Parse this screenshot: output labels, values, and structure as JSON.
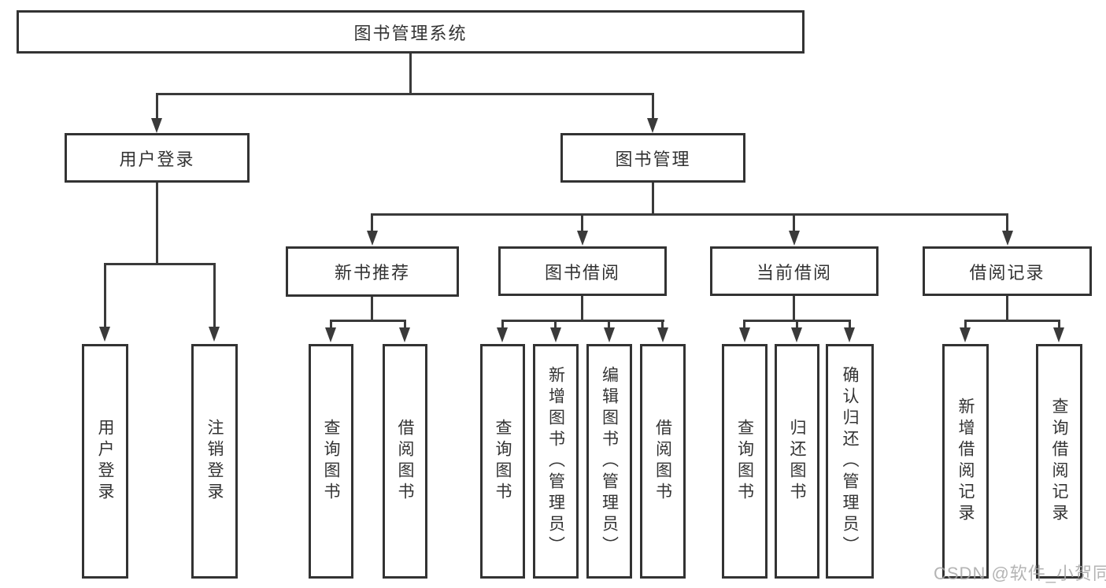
{
  "diagram": {
    "title": "图书管理系统",
    "root": {
      "label": "图书管理系统"
    },
    "level2": [
      {
        "label": "用户登录"
      },
      {
        "label": "图书管理"
      }
    ],
    "level3": [
      {
        "label": "新书推荐",
        "parent": "图书管理"
      },
      {
        "label": "图书借阅",
        "parent": "图书管理"
      },
      {
        "label": "当前借阅",
        "parent": "图书管理"
      },
      {
        "label": "借阅记录",
        "parent": "图书管理"
      }
    ],
    "leaves": [
      {
        "label": "用户登录",
        "parent": "用户登录"
      },
      {
        "label": "注销登录",
        "parent": "用户登录"
      },
      {
        "label": "查询图书",
        "parent": "新书推荐"
      },
      {
        "label": "借阅图书",
        "parent": "新书推荐"
      },
      {
        "label": "查询图书",
        "parent": "图书借阅"
      },
      {
        "label": "新增图书（管理员）",
        "parent": "图书借阅"
      },
      {
        "label": "编辑图书（管理员）",
        "parent": "图书借阅"
      },
      {
        "label": "借阅图书",
        "parent": "图书借阅"
      },
      {
        "label": "查询图书",
        "parent": "当前借阅"
      },
      {
        "label": "归还图书",
        "parent": "当前借阅"
      },
      {
        "label": "确认归还（管理员）",
        "parent": "当前借阅"
      },
      {
        "label": "新增借阅记录",
        "parent": "借阅记录"
      },
      {
        "label": "查询借阅记录",
        "parent": "借阅记录"
      }
    ]
  },
  "watermark": {
    "text": "CSDN @软件_小贺同学"
  },
  "colors": {
    "line": "#3a3a3a",
    "box_border": "#333333",
    "text": "#333333",
    "background": "#ffffff",
    "watermark": "#a8a8a8"
  }
}
